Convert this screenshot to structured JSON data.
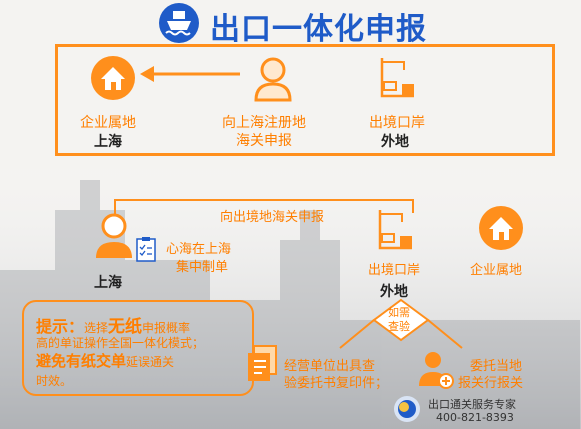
{
  "title": "出口一体化申报",
  "top_flow": {
    "enterprise_label": "企业属地",
    "enterprise_place": "上海",
    "register_line1": "向上海注册地",
    "register_line2": "海关申报",
    "port_label": "出境口岸",
    "port_place": "外地"
  },
  "bottom_flow": {
    "declare_label": "向出境地海关申报",
    "person_place": "上海",
    "center_line1": "心海在上海",
    "center_line2": "集中制单",
    "port_label": "出境口岸",
    "port_place": "外地",
    "enterprise_label": "企业属地",
    "need_check_line1": "如需",
    "need_check_line2": "查验",
    "docs_line1": "经营单位出具查",
    "docs_line2": "验委托书复印件；",
    "entrust_line1": "委托当地",
    "entrust_line2": "报关行报关"
  },
  "tip": {
    "prefix": "提示：",
    "text1": "选择",
    "emph1": "无纸",
    "text2": "申报概率",
    "line2": "高的单证操作全国一体化模式；",
    "emph2": "避免有纸交单",
    "text3": "延误通关",
    "line4": "时效。"
  },
  "footer": {
    "company": "出口通关服务专家",
    "phone": "400-821-8393"
  },
  "colors": {
    "accent": "#ff8f1c",
    "title_blue": "#1f5bc8"
  }
}
